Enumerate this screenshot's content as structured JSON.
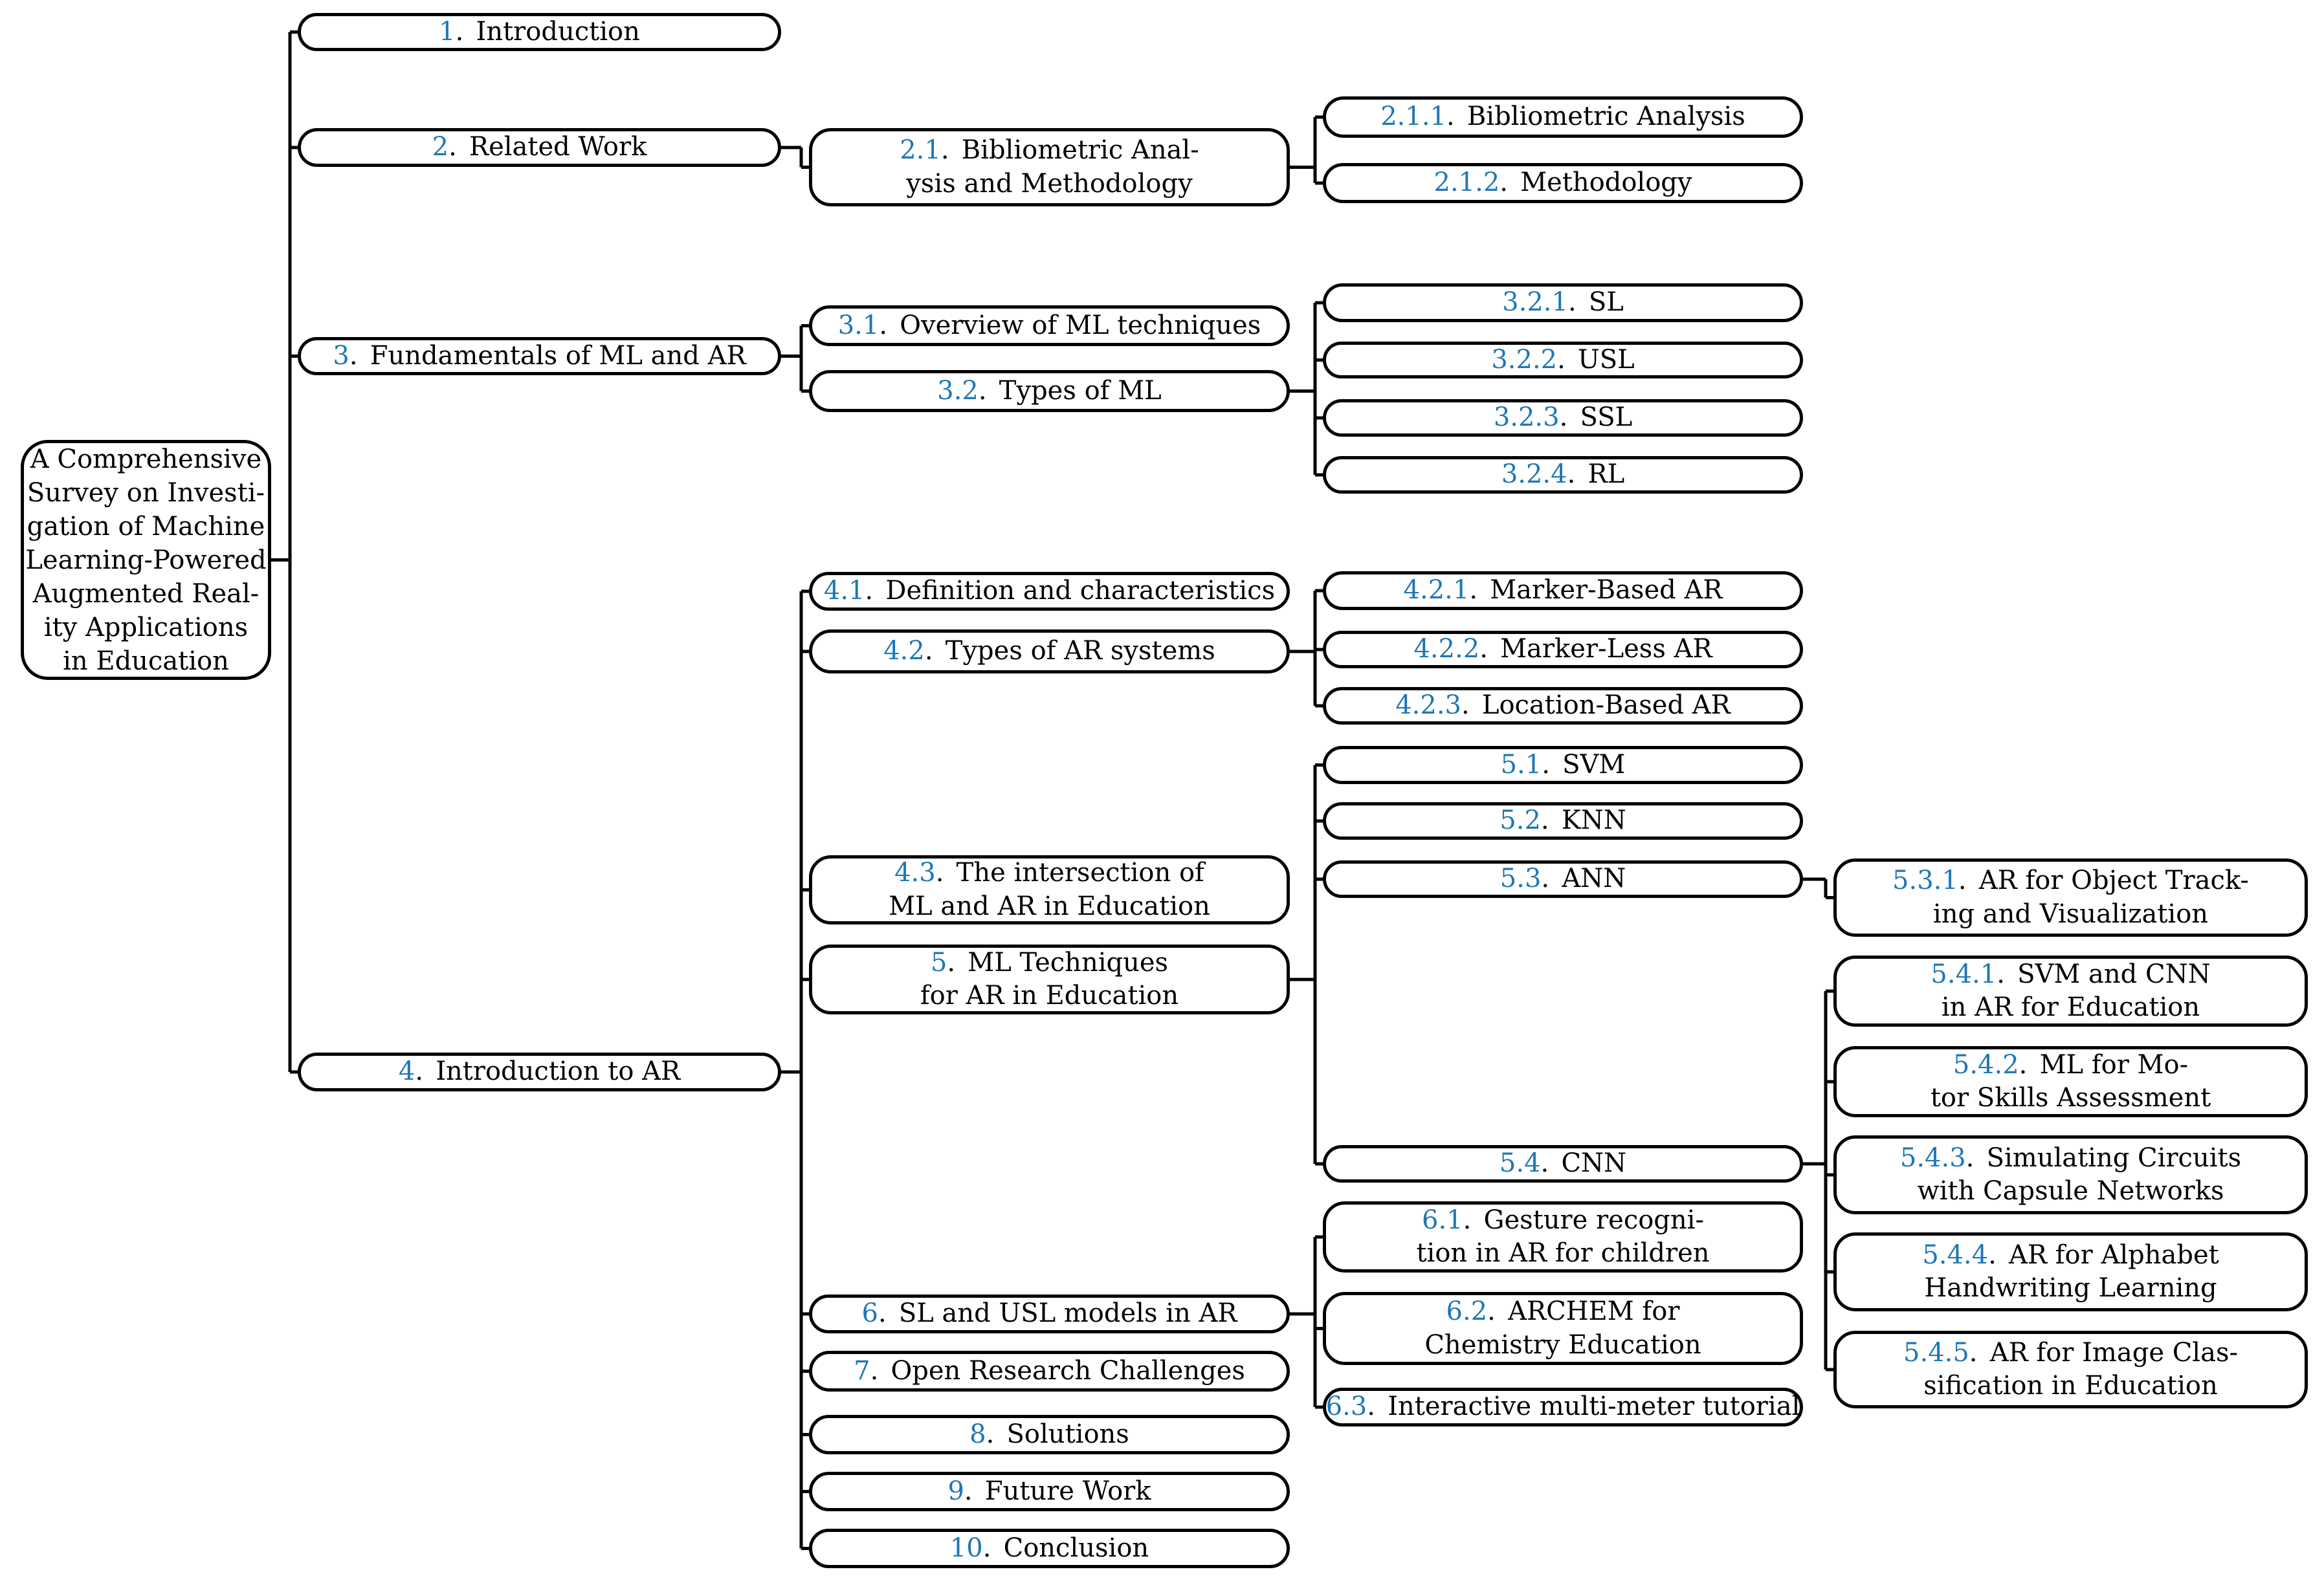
{
  "figure": {
    "description_label": "table-of-contents-tree"
  },
  "number_suffix": ".",
  "colors": {
    "number": "#1f77b4",
    "text": "#000000",
    "border": "#000000",
    "line": "#000000",
    "background": "#ffffff"
  },
  "root": {
    "id": "root",
    "label": "A Comprehensive\nSurvey on Investi-\ngation of Machine\nLearning-Powered\nAugmented Real-\nity Applications\nin Education"
  },
  "nodes": [
    {
      "id": "1",
      "num": "1",
      "label": "Introduction",
      "parent": "root"
    },
    {
      "id": "2",
      "num": "2",
      "label": "Related Work",
      "parent": "root"
    },
    {
      "id": "2.1",
      "num": "2.1",
      "label": "Bibliometric Anal-\nysis and Methodology",
      "parent": "2"
    },
    {
      "id": "2.1.1",
      "num": "2.1.1",
      "label": "Bibliometric Analysis",
      "parent": "2.1"
    },
    {
      "id": "2.1.2",
      "num": "2.1.2",
      "label": "Methodology",
      "parent": "2.1"
    },
    {
      "id": "3",
      "num": "3",
      "label": "Fundamentals of ML and AR",
      "parent": "root"
    },
    {
      "id": "3.1",
      "num": "3.1",
      "label": "Overview of ML techniques",
      "parent": "3"
    },
    {
      "id": "3.2",
      "num": "3.2",
      "label": "Types of ML",
      "parent": "3"
    },
    {
      "id": "3.2.1",
      "num": "3.2.1",
      "label": "SL",
      "parent": "3.2"
    },
    {
      "id": "3.2.2",
      "num": "3.2.2",
      "label": "USL",
      "parent": "3.2"
    },
    {
      "id": "3.2.3",
      "num": "3.2.3",
      "label": "SSL",
      "parent": "3.2"
    },
    {
      "id": "3.2.4",
      "num": "3.2.4",
      "label": "RL",
      "parent": "3.2"
    },
    {
      "id": "4",
      "num": "4",
      "label": "Introduction to AR",
      "parent": "root"
    },
    {
      "id": "4.1",
      "num": "4.1",
      "label": "Definition and characteristics",
      "parent": "4"
    },
    {
      "id": "4.2",
      "num": "4.2",
      "label": "Types of AR systems",
      "parent": "4"
    },
    {
      "id": "4.2.1",
      "num": "4.2.1",
      "label": "Marker-Based AR",
      "parent": "4.2"
    },
    {
      "id": "4.2.2",
      "num": "4.2.2",
      "label": "Marker-Less AR",
      "parent": "4.2"
    },
    {
      "id": "4.2.3",
      "num": "4.2.3",
      "label": "Location-Based AR",
      "parent": "4.2"
    },
    {
      "id": "4.3",
      "num": "4.3",
      "label": "The intersection of\nML and AR in Education",
      "parent": "4"
    },
    {
      "id": "5",
      "num": "5",
      "label": "ML Techniques\nfor AR in Education",
      "parent": "4"
    },
    {
      "id": "5.1",
      "num": "5.1",
      "label": "SVM",
      "parent": "5"
    },
    {
      "id": "5.2",
      "num": "5.2",
      "label": "KNN",
      "parent": "5"
    },
    {
      "id": "5.3",
      "num": "5.3",
      "label": "ANN",
      "parent": "5"
    },
    {
      "id": "5.3.1",
      "num": "5.3.1",
      "label": "AR for Object Track-\ning and Visualization",
      "parent": "5.3"
    },
    {
      "id": "5.4",
      "num": "5.4",
      "label": "CNN",
      "parent": "5"
    },
    {
      "id": "5.4.1",
      "num": "5.4.1",
      "label": "SVM and CNN\nin AR for Education",
      "parent": "5.4"
    },
    {
      "id": "5.4.2",
      "num": "5.4.2",
      "label": "ML for Mo-\ntor Skills Assessment",
      "parent": "5.4"
    },
    {
      "id": "5.4.3",
      "num": "5.4.3",
      "label": "Simulating Circuits\nwith Capsule Networks",
      "parent": "5.4"
    },
    {
      "id": "5.4.4",
      "num": "5.4.4",
      "label": "AR for Alphabet\nHandwriting Learning",
      "parent": "5.4"
    },
    {
      "id": "5.4.5",
      "num": "5.4.5",
      "label": "AR for Image Clas-\nsification in Education",
      "parent": "5.4"
    },
    {
      "id": "6",
      "num": "6",
      "label": "SL and USL models in AR",
      "parent": "4"
    },
    {
      "id": "6.1",
      "num": "6.1",
      "label": "Gesture recogni-\ntion in AR for children",
      "parent": "6"
    },
    {
      "id": "6.2",
      "num": "6.2",
      "label": "ARCHEM for\nChemistry Education",
      "parent": "6"
    },
    {
      "id": "6.3",
      "num": "6.3",
      "label": "Interactive multi-meter tutorial",
      "parent": "6"
    },
    {
      "id": "7",
      "num": "7",
      "label": "Open Research Challenges",
      "parent": "4"
    },
    {
      "id": "8",
      "num": "8",
      "label": "Solutions",
      "parent": "4"
    },
    {
      "id": "9",
      "num": "9",
      "label": "Future Work",
      "parent": "4"
    },
    {
      "id": "10",
      "num": "10",
      "label": "Conclusion",
      "parent": "4"
    }
  ]
}
